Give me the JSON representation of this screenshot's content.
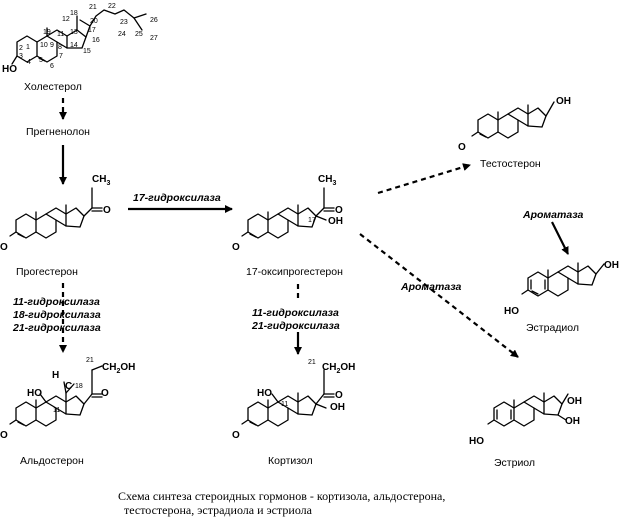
{
  "compounds": {
    "cholesterol": "Холестерол",
    "pregnenolone": "Прегненолон",
    "progesterone": "Прогестерон",
    "hydroxyprogesterone": "17-оксипрогестерон",
    "testosterone": "Тестостерон",
    "estradiol": "Эстрадиол",
    "aldosterone": "Альдостерон",
    "cortisol": "Кортизол",
    "estriol": "Эстриол"
  },
  "enzymes": {
    "hydroxylase17": "17-гидроксилаза",
    "aromatase_top": "Ароматаза",
    "aromatase_mid": "Ароматаза",
    "aldo_line1": "11-гидроксилаза",
    "aldo_line2": "18-гидроксилаза",
    "aldo_line3": "21-гидроксилаза",
    "cort_line1": "11-гидроксилаза",
    "cort_line2": "21-гидроксилаза"
  },
  "caption": {
    "line1": "Схема синтеза стероидных гормонов - кортизола, альдостерона,",
    "line2": "тестостерона, эстрадиола и эстриола"
  },
  "atoms": {
    "ho": "HO",
    "o": "O",
    "oh": "OH",
    "ch3": "CH",
    "ch3_sub": "3",
    "ch2oh": "CH",
    "ch2oh_2": "2",
    "ch2oh_oh": "OH",
    "h": "H",
    "c_eq": "C",
    "eq_o": "=O"
  },
  "numbers": {
    "c1": "1",
    "c2": "2",
    "c3": "3",
    "c4": "4",
    "c5": "5",
    "c6": "6",
    "c7": "7",
    "c8": "8",
    "c9": "9",
    "c10": "10",
    "c11": "11",
    "c12": "12",
    "c13": "13",
    "c14": "14",
    "c15": "15",
    "c16": "16",
    "c17": "17",
    "c18": "18",
    "c19": "19",
    "c20": "20",
    "c21": "21",
    "c22": "22",
    "c23": "23",
    "c24": "24",
    "c25": "25",
    "c26": "26",
    "c27": "27",
    "hp17": "17",
    "aldo18": "18",
    "aldo21": "21",
    "aldo11": "11",
    "cort21": "21",
    "cort11": "11"
  }
}
